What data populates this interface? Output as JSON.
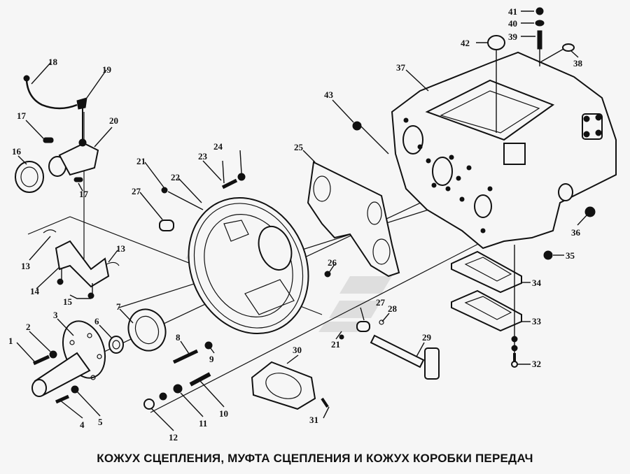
{
  "caption": "КОЖУХ СЦЕПЛЕНИЯ, МУФТА СЦЕПЛЕНИЯ И КОЖУХ КОРОБКИ ПЕРЕДАЧ",
  "callouts": [
    {
      "id": "1",
      "label": "1"
    },
    {
      "id": "2",
      "label": "2"
    },
    {
      "id": "3",
      "label": "3"
    },
    {
      "id": "4",
      "label": "4"
    },
    {
      "id": "5",
      "label": "5"
    },
    {
      "id": "6",
      "label": "6"
    },
    {
      "id": "7",
      "label": "7"
    },
    {
      "id": "8",
      "label": "8"
    },
    {
      "id": "9",
      "label": "9"
    },
    {
      "id": "10",
      "label": "10"
    },
    {
      "id": "11",
      "label": "11"
    },
    {
      "id": "12",
      "label": "12"
    },
    {
      "id": "13a",
      "label": "13"
    },
    {
      "id": "13b",
      "label": "13"
    },
    {
      "id": "14",
      "label": "14"
    },
    {
      "id": "15",
      "label": "15"
    },
    {
      "id": "16",
      "label": "16"
    },
    {
      "id": "17a",
      "label": "17"
    },
    {
      "id": "17b",
      "label": "17"
    },
    {
      "id": "18",
      "label": "18"
    },
    {
      "id": "19",
      "label": "19"
    },
    {
      "id": "20",
      "label": "20"
    },
    {
      "id": "21a",
      "label": "21"
    },
    {
      "id": "21b",
      "label": "21"
    },
    {
      "id": "22",
      "label": "22"
    },
    {
      "id": "23",
      "label": "23"
    },
    {
      "id": "24",
      "label": "24"
    },
    {
      "id": "25",
      "label": "25"
    },
    {
      "id": "26",
      "label": "26"
    },
    {
      "id": "27a",
      "label": "27"
    },
    {
      "id": "27b",
      "label": "27"
    },
    {
      "id": "28",
      "label": "28"
    },
    {
      "id": "29",
      "label": "29"
    },
    {
      "id": "30",
      "label": "30"
    },
    {
      "id": "31",
      "label": "31"
    },
    {
      "id": "32",
      "label": "32"
    },
    {
      "id": "33",
      "label": "33"
    },
    {
      "id": "34",
      "label": "34"
    },
    {
      "id": "35",
      "label": "35"
    },
    {
      "id": "36",
      "label": "36"
    },
    {
      "id": "37",
      "label": "37"
    },
    {
      "id": "38",
      "label": "38"
    },
    {
      "id": "39",
      "label": "39"
    },
    {
      "id": "40",
      "label": "40"
    },
    {
      "id": "41",
      "label": "41"
    },
    {
      "id": "42",
      "label": "42"
    },
    {
      "id": "43",
      "label": "43"
    }
  ]
}
